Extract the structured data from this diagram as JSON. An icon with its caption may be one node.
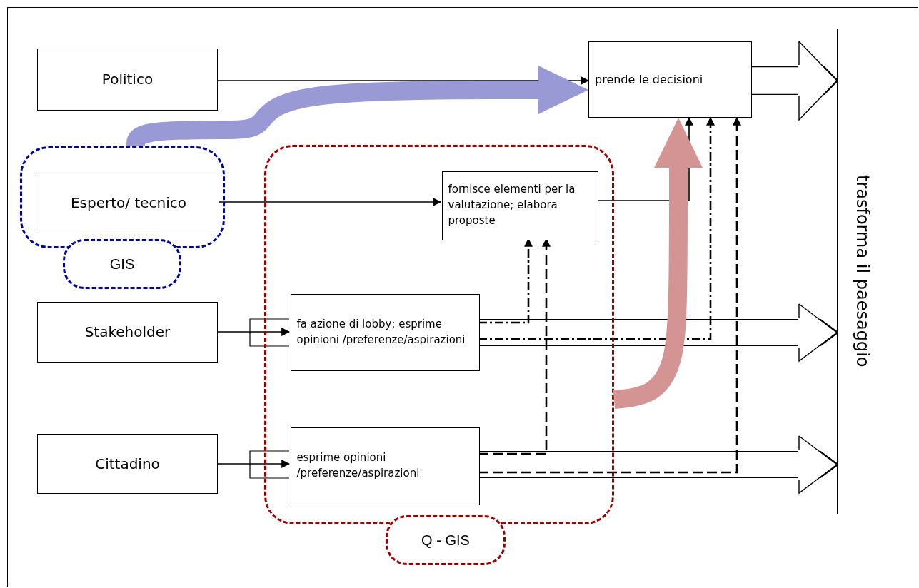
{
  "diagram": {
    "nodes": [
      {
        "text": [
          "Politico"
        ]
      },
      {
        "text": [
          "prende le decisioni"
        ]
      },
      {
        "text": [
          "trasforma il paesaggio"
        ]
      },
      {
        "text": [],
        "shape": "box"
      },
      {
        "text": [
          "Esperto/ tecnico"
        ],
        "in": 3
      },
      {
        "text": [
          "GIS"
        ]
      },
      {
        "text": [],
        "shape": "box"
      },
      {
        "text": [
          "fornisce elementi per la valutazione; elabora proposte"
        ],
        "in": 6
      },
      {
        "text": [
          "Stakeholder"
        ]
      },
      {
        "text": [
          "fa azione di lobby; esprime opinioni /preferenze/aspirazioni"
        ],
        "in": 6
      },
      {
        "text": [
          "Cittadino"
        ]
      },
      {
        "text": [
          "esprime opinioni /preferenze/aspirazioni"
        ],
        "in": 6
      },
      {
        "text": [
          "Q - GIS"
        ]
      }
    ],
    "edges": [
      {
        "from": 0,
        "to": 1,
        "arrow": "to"
      },
      {
        "from": 3,
        "to": 1,
        "arrow": "to",
        "style": "thick",
        "color": "#9999d6"
      },
      {
        "from": 4,
        "to": 7,
        "arrow": "to"
      },
      {
        "from": 7,
        "to": 1,
        "arrow": "to"
      },
      {
        "from": 8,
        "to": 9,
        "arrow": "to"
      },
      {
        "from": 10,
        "to": 11,
        "arrow": "to"
      },
      {
        "from": 9,
        "to": 7,
        "arrow": "to",
        "style": "dashed"
      },
      {
        "from": 11,
        "to": 7,
        "arrow": "to",
        "style": "dashed"
      },
      {
        "from": 9,
        "to": 1,
        "arrow": "to",
        "style": "dashed"
      },
      {
        "from": 11,
        "to": 1,
        "arrow": "to",
        "style": "dashed"
      },
      {
        "from": 6,
        "to": 1,
        "arrow": "to",
        "style": "thick",
        "color": "#d49494"
      },
      {
        "from": 1,
        "to": 2,
        "arrow": "to",
        "style": "thick"
      },
      {
        "from": 9,
        "to": 2,
        "arrow": "to",
        "style": "thick"
      },
      {
        "from": 11,
        "to": 2,
        "arrow": "to",
        "style": "thick"
      }
    ]
  }
}
